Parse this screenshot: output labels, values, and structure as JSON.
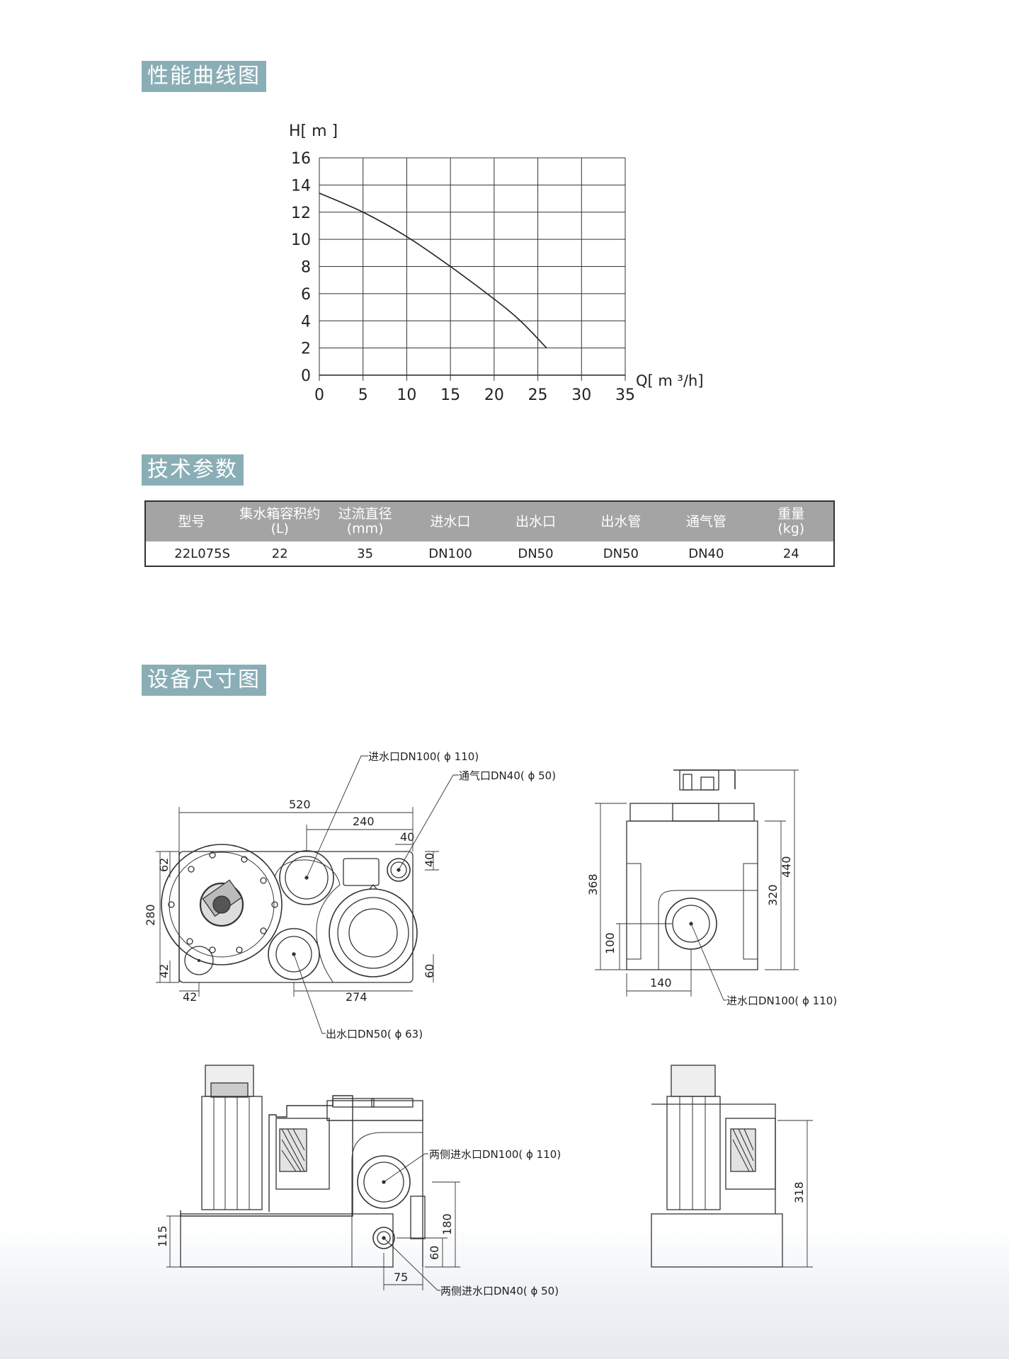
{
  "sections": {
    "curve_title": "性能曲线图",
    "spec_title": "技术参数",
    "dimension_title": "设备尺寸图"
  },
  "chart_data": {
    "type": "line",
    "title": "",
    "xlabel": "Q[ m ³/h]",
    "ylabel": "H[ m ]",
    "xlim": [
      0,
      35
    ],
    "ylim": [
      0,
      16
    ],
    "x_ticks": [
      0,
      5,
      10,
      15,
      20,
      25,
      30,
      35
    ],
    "y_ticks": [
      0,
      2,
      4,
      6,
      8,
      10,
      12,
      14,
      16
    ],
    "grid": true,
    "series": [
      {
        "x": [
          0,
          5,
          10,
          15,
          20,
          23,
          26
        ],
        "y": [
          13.4,
          12.0,
          10.2,
          8.0,
          5.6,
          4.0,
          2.0
        ]
      }
    ]
  },
  "spec_table": {
    "headers": [
      [
        "型号"
      ],
      [
        "集水箱容积约",
        "(L)"
      ],
      [
        "过流直径",
        "(mm)"
      ],
      [
        "进水口"
      ],
      [
        "出水口"
      ],
      [
        "出水管"
      ],
      [
        "通气管"
      ],
      [
        "重量",
        "(kg)"
      ]
    ],
    "rows": [
      [
        "22L075S",
        "22",
        "35",
        "DN100",
        "DN50",
        "DN50",
        "DN40",
        "24"
      ]
    ]
  },
  "dimensions": {
    "top_view": {
      "dims": [
        "520",
        "240",
        "40",
        "40",
        "62",
        "280",
        "42",
        "42",
        "274",
        "60"
      ],
      "callouts": [
        "进水口DN100( ϕ 110)",
        "通气口DN40( ϕ 50)",
        "出水口DN50( ϕ 63)"
      ]
    },
    "side_view": {
      "dims": [
        "368",
        "100",
        "140",
        "320",
        "440"
      ],
      "callouts": [
        "进水口DN100( ϕ 110)"
      ]
    },
    "front_view": {
      "dims": [
        "115",
        "180",
        "60",
        "75"
      ],
      "callouts": [
        "两侧进水口DN100( ϕ 110)",
        "两侧进水口DN40( ϕ 50)"
      ]
    },
    "end_view": {
      "dims": [
        "318"
      ]
    }
  }
}
